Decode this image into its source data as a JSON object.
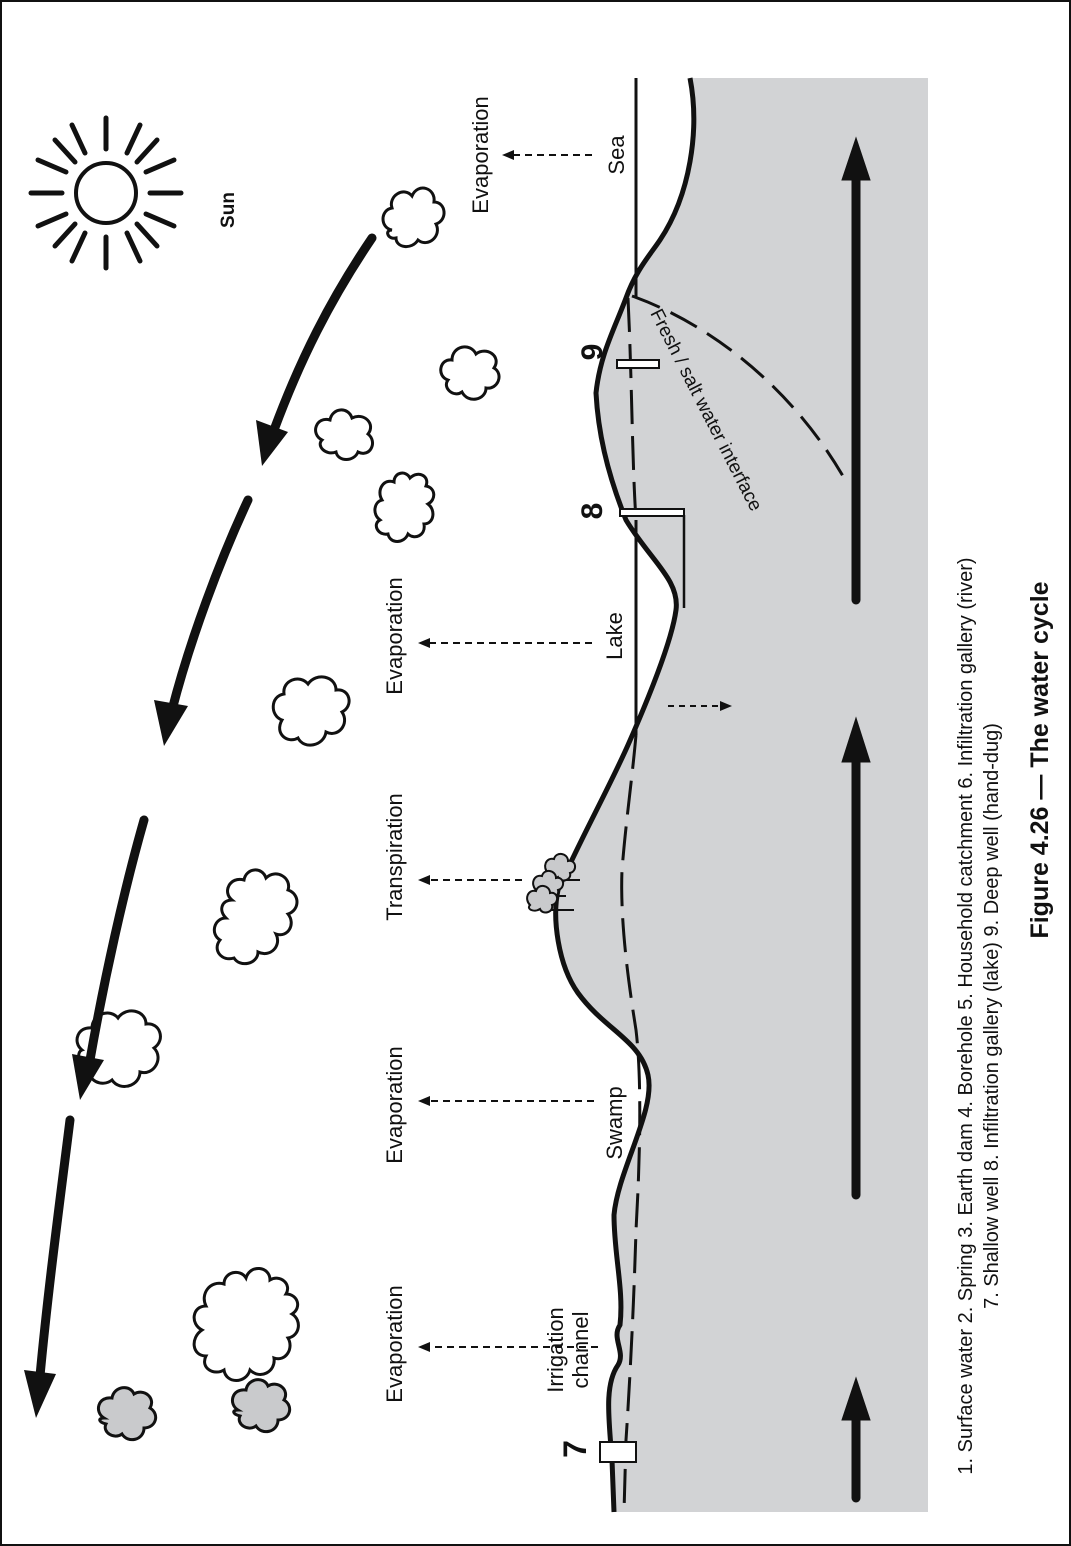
{
  "figure": {
    "title": "Figure 4.26 — The water cycle",
    "legend_line1": "1. Surface water   2. Spring   3. Earth dam   4. Borehole   5. Household catchment   6. Infiltration gallery (river)",
    "legend_line2": "7. Shallow well  8. Infiltration gallery (lake)   9. Deep well (hand-dug)"
  },
  "labels": {
    "sun": "Sun",
    "sea": "Sea",
    "lake": "Lake",
    "swamp": "Swamp",
    "irrigation_1": "Irrigation",
    "irrigation_2": "channel",
    "evaporation_sea": "Evaporation",
    "evaporation_lake": "Evaporation",
    "transpiration": "Transpiration",
    "evaporation_swamp": "Evaporation",
    "evaporation_irrigation": "Evaporation",
    "interface": "Fresh / salt water interface",
    "num_7": "7",
    "num_8": "8",
    "num_9": "9"
  },
  "colors": {
    "ground": "#d2d3d5",
    "ink": "#111111",
    "rain_cloud": "#c9cacc"
  }
}
